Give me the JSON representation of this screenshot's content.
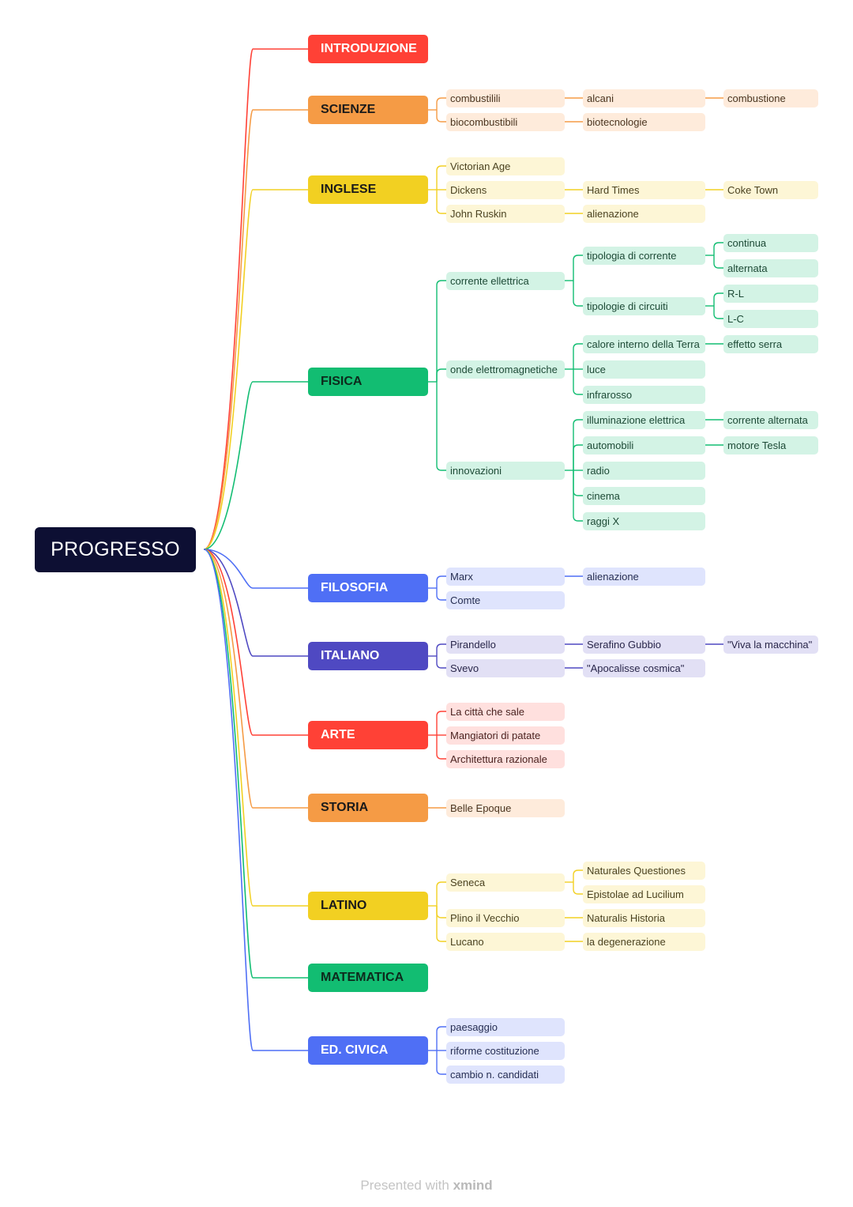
{
  "root": "PROGRESSO",
  "colors": {
    "red": "#ff4136",
    "orange": "#f59b45",
    "yellow": "#f2d022",
    "green": "#12bd72",
    "blue": "#4f6ff5",
    "indigo": "#4f49c2"
  },
  "topics": [
    {
      "label": "INTRODUZIONE",
      "color": "#ff4136",
      "text": "#ffffff",
      "sub_bg": "#ffe3e1",
      "sub_text": "#3d2020",
      "children": []
    },
    {
      "label": "SCIENZE",
      "color": "#f59b45",
      "text": "#1a1a1a",
      "sub_bg": "#feebdb",
      "sub_text": "#4a3520",
      "children": [
        {
          "label": "combustilili",
          "children": [
            {
              "label": "alcani",
              "children": [
                {
                  "label": "combustione"
                }
              ]
            }
          ]
        },
        {
          "label": "biocombustibili",
          "children": [
            {
              "label": "biotecnologie"
            }
          ]
        }
      ]
    },
    {
      "label": "INGLESE",
      "color": "#f2d022",
      "text": "#1a1a1a",
      "sub_bg": "#fdf6d6",
      "sub_text": "#4a4220",
      "children": [
        {
          "label": "Victorian Age"
        },
        {
          "label": "Dickens",
          "children": [
            {
              "label": "Hard Times",
              "children": [
                {
                  "label": "Coke Town"
                }
              ]
            }
          ]
        },
        {
          "label": "John Ruskin",
          "children": [
            {
              "label": "alienazione"
            }
          ]
        }
      ]
    },
    {
      "label": "FISICA",
      "color": "#12bd72",
      "text": "#0d2a1c",
      "sub_bg": "#d3f3e5",
      "sub_text": "#1d4a36",
      "children": [
        {
          "label": "corrente ellettrica",
          "children": [
            {
              "label": "tipologia di corrente",
              "children": [
                {
                  "label": "continua"
                },
                {
                  "label": "alternata"
                }
              ]
            },
            {
              "label": "tipologie di circuiti",
              "children": [
                {
                  "label": "R-L"
                },
                {
                  "label": "L-C"
                }
              ]
            }
          ]
        },
        {
          "label": "onde elettromagnetiche",
          "children": [
            {
              "label": "calore interno della Terra",
              "children": [
                {
                  "label": "effetto serra"
                }
              ]
            },
            {
              "label": "luce"
            },
            {
              "label": "infrarosso"
            }
          ]
        },
        {
          "label": "innovazioni",
          "children": [
            {
              "label": "illuminazione elettrica",
              "children": [
                {
                  "label": "corrente alternata"
                }
              ]
            },
            {
              "label": "automobili",
              "children": [
                {
                  "label": "motore Tesla"
                }
              ]
            },
            {
              "label": "radio"
            },
            {
              "label": "cinema"
            },
            {
              "label": "raggi X"
            }
          ]
        }
      ]
    },
    {
      "label": "FILOSOFIA",
      "color": "#4f6ff5",
      "text": "#ffffff",
      "sub_bg": "#dfe4fd",
      "sub_text": "#262e52",
      "children": [
        {
          "label": "Marx",
          "children": [
            {
              "label": "alienazione"
            }
          ]
        },
        {
          "label": "Comte"
        }
      ]
    },
    {
      "label": "ITALIANO",
      "color": "#4f49c2",
      "text": "#ffffff",
      "sub_bg": "#e2e0f5",
      "sub_text": "#29264a",
      "children": [
        {
          "label": "Pirandello",
          "children": [
            {
              "label": "Serafino Gubbio",
              "children": [
                {
                  "label": "\"Viva la macchina\""
                }
              ]
            }
          ]
        },
        {
          "label": "Svevo",
          "children": [
            {
              "label": "\"Apocalisse cosmica\""
            }
          ]
        }
      ]
    },
    {
      "label": "ARTE",
      "color": "#ff4136",
      "text": "#ffffff",
      "sub_bg": "#ffe0de",
      "sub_text": "#4a2220",
      "children": [
        {
          "label": "La città che sale"
        },
        {
          "label": "Mangiatori di patate"
        },
        {
          "label": "Architettura razionale"
        }
      ]
    },
    {
      "label": "STORIA",
      "color": "#f59b45",
      "text": "#1a1a1a",
      "sub_bg": "#feebdb",
      "sub_text": "#4a3520",
      "children": [
        {
          "label": "Belle Epoque"
        }
      ]
    },
    {
      "label": "LATINO",
      "color": "#f2d022",
      "text": "#1a1a1a",
      "sub_bg": "#fdf6d6",
      "sub_text": "#4a4220",
      "children": [
        {
          "label": "Seneca",
          "children": [
            {
              "label": "Naturales Questiones"
            },
            {
              "label": "Epistolae ad Lucilium"
            }
          ]
        },
        {
          "label": "Plino il Vecchio",
          "children": [
            {
              "label": "Naturalis Historia"
            }
          ]
        },
        {
          "label": "Lucano",
          "children": [
            {
              "label": "la degenerazione"
            }
          ]
        }
      ]
    },
    {
      "label": "MATEMATICA",
      "color": "#12bd72",
      "text": "#0d2a1c",
      "sub_bg": "#d3f3e5",
      "sub_text": "#1d4a36",
      "children": []
    },
    {
      "label": "ED. CIVICA",
      "color": "#4f6ff5",
      "text": "#ffffff",
      "sub_bg": "#dfe4fd",
      "sub_text": "#262e52",
      "children": [
        {
          "label": "paesaggio"
        },
        {
          "label": "riforme costituzione"
        },
        {
          "label": "cambio n. candidati"
        }
      ]
    }
  ],
  "footer": {
    "prefix": "Presented with",
    "brand": "xmind"
  }
}
